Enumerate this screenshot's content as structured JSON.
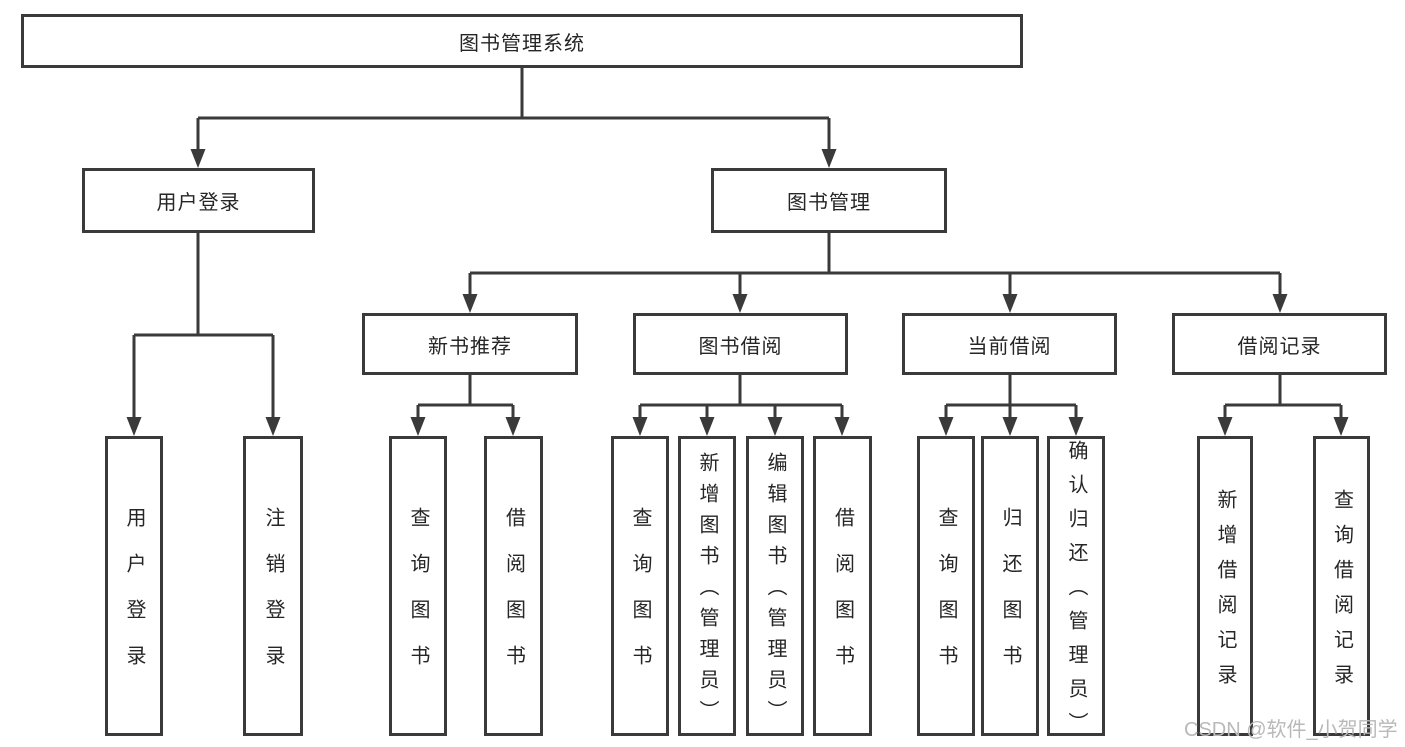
{
  "diagram": {
    "root": {
      "label": "图书管理系统"
    },
    "level2": [
      {
        "label": "用户登录"
      },
      {
        "label": "图书管理"
      }
    ],
    "level3": [
      {
        "label": "新书推荐"
      },
      {
        "label": "图书借阅"
      },
      {
        "label": "当前借阅"
      },
      {
        "label": "借阅记录"
      }
    ],
    "leaves": {
      "user_login": [
        "用户登录",
        "注销登录"
      ],
      "new_book_recommend": [
        "查询图书",
        "借阅图书"
      ],
      "book_borrowing": [
        "查询图书",
        "新增图书（管理员）",
        "编辑图书（管理员）",
        "借阅图书"
      ],
      "current_borrowing": [
        "查询图书",
        "归还图书",
        "确认归还（管理员）"
      ],
      "borrowing_records": [
        "新增借阅记录",
        "查询借阅记录"
      ]
    }
  },
  "watermark": "CSDN @软件_小贺同学",
  "colors": {
    "line": "#3a3a3a",
    "text": "#262626",
    "watermark": "#b9b9b9",
    "background": "#ffffff"
  }
}
